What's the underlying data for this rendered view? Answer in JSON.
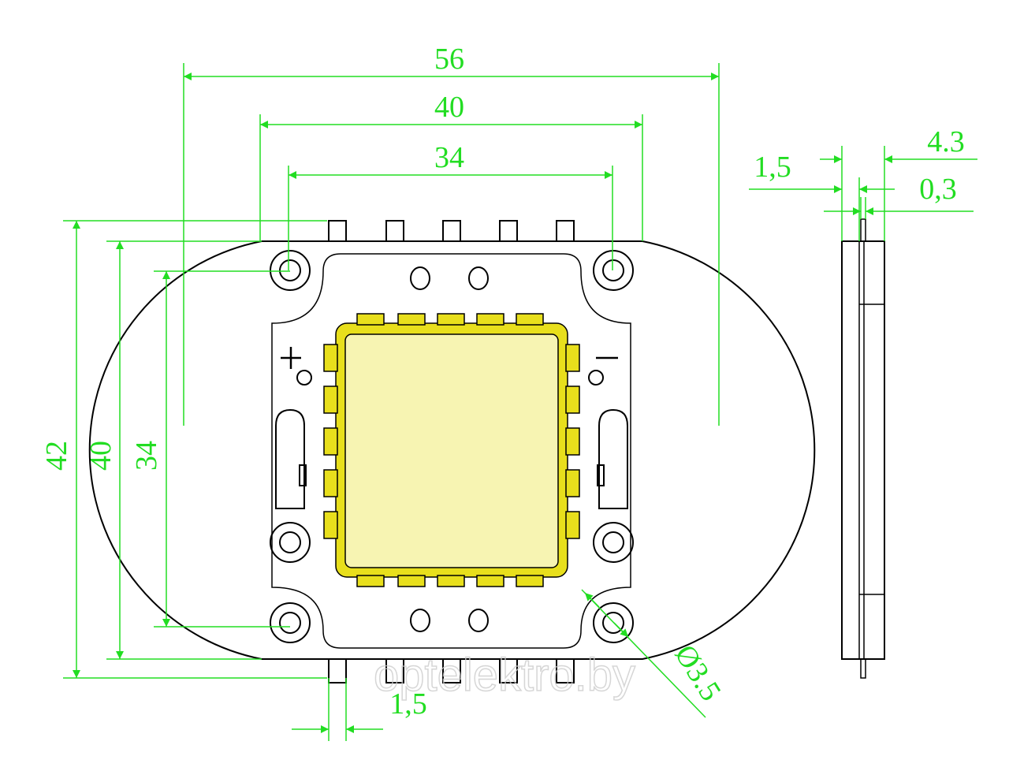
{
  "colors": {
    "dimension": "#22dd22",
    "outline": "#000000",
    "chip": "#f7f4b2",
    "chip_frame": "#e8df1c",
    "watermark": "#cccccc"
  },
  "dimensions": {
    "overall_width": "56",
    "plate_width": "40",
    "hole_spacing_h": "34",
    "overall_height": "42",
    "plate_height": "40",
    "hole_spacing_v": "34",
    "pin_width": "1,5",
    "hole_diameter": "Ø3.5",
    "side_board": "1,5",
    "side_total": "4.3",
    "side_pin": "0,3"
  },
  "polarity": {
    "plus": "+",
    "minus": "−"
  },
  "watermark": "optelektro.by"
}
